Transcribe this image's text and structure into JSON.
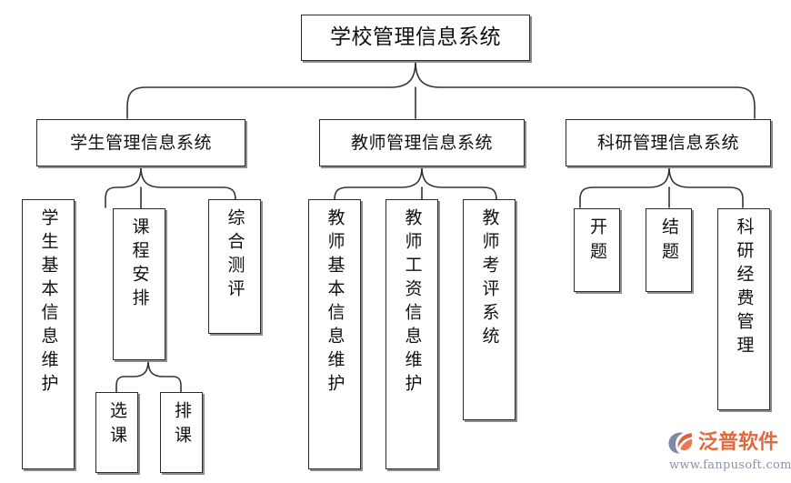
{
  "diagram": {
    "title": "学校管理信息系统",
    "type": "org-chart",
    "root": {
      "id": "root",
      "label": "学校管理信息系统",
      "orientation": "horizontal"
    },
    "level2": [
      {
        "id": "student-mis",
        "label": "学生管理信息系统",
        "orientation": "horizontal"
      },
      {
        "id": "teacher-mis",
        "label": "教师管理信息系统",
        "orientation": "horizontal"
      },
      {
        "id": "research-mis",
        "label": "科研管理信息系统",
        "orientation": "horizontal"
      }
    ],
    "level3": [
      {
        "id": "student-basic-info",
        "parent": "student-mis",
        "label": "学生基本信息维护",
        "orientation": "vertical"
      },
      {
        "id": "course-arrangement",
        "parent": "student-mis",
        "label": "课程安排",
        "orientation": "vertical"
      },
      {
        "id": "comprehensive-eval",
        "parent": "student-mis",
        "label": "综合测评",
        "orientation": "vertical"
      },
      {
        "id": "teacher-basic-info",
        "parent": "teacher-mis",
        "label": "教师基本信息维护",
        "orientation": "vertical"
      },
      {
        "id": "teacher-salary-info",
        "parent": "teacher-mis",
        "label": "教师工资信息维护",
        "orientation": "vertical"
      },
      {
        "id": "teacher-appraisal",
        "parent": "teacher-mis",
        "label": "教师考评系统",
        "orientation": "vertical"
      },
      {
        "id": "project-opening",
        "parent": "research-mis",
        "label": "开题",
        "orientation": "vertical"
      },
      {
        "id": "project-closing",
        "parent": "research-mis",
        "label": "结题",
        "orientation": "vertical"
      },
      {
        "id": "research-funding",
        "parent": "research-mis",
        "label": "科研经费管理",
        "orientation": "vertical"
      }
    ],
    "level4": [
      {
        "id": "course-selection",
        "parent": "course-arrangement",
        "label": "选课",
        "orientation": "vertical"
      },
      {
        "id": "course-scheduling",
        "parent": "course-arrangement",
        "label": "排课",
        "orientation": "vertical"
      }
    ]
  },
  "watermark": {
    "brand": "泛普软件",
    "url": "www.fanpusoft.com",
    "logo_icon": "fanpu-swoosh-logo-icon",
    "brand_color": "#e06a3c",
    "url_color": "#8a93a8"
  },
  "colors": {
    "background": "#ffffff",
    "box_border": "#2b2b2b",
    "box_shadow": "#8d8d8d",
    "connector": "#333333",
    "text": "#111111"
  }
}
